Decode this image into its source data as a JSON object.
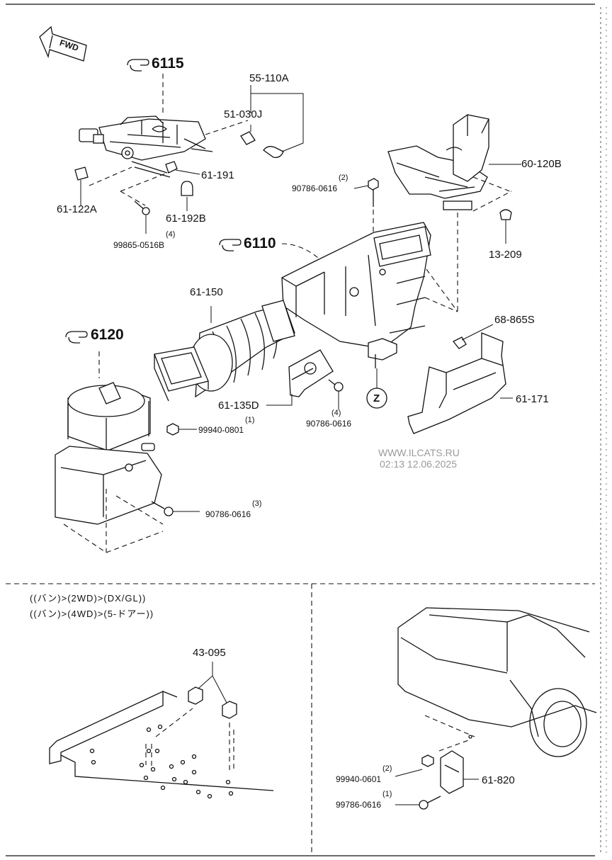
{
  "header": {
    "fwd_label": "FWD"
  },
  "refs": {
    "r6115": "6115",
    "r6110": "6110",
    "r6120": "6120"
  },
  "parts": {
    "p55110A": "55-110A",
    "p51030J": "51-030J",
    "p60120B": "60-120B",
    "p61191": "61-191",
    "p61122A": "61-122A",
    "p61192B": "61-192B",
    "p99865": "99865-0516B",
    "p99865_qty": "(4)",
    "p90786a": "90786-0616",
    "p90786a_qty": "(2)",
    "p13209": "13-209",
    "p61150": "61-150",
    "p68865S": "68-865S",
    "p61135D": "61-135D",
    "p90786b": "90786-0616",
    "p90786b_qty": "(4)",
    "p61171": "61-171",
    "p99940a": "99940-0801",
    "p99940a_qty": "(1)",
    "p90786c": "90786-0616",
    "p90786c_qty": "(3)",
    "p43095": "43-095",
    "p99940b": "99940-0601",
    "p99940b_qty": "(2)",
    "p99786": "99786-0616",
    "p99786_qty": "(1)",
    "p61820": "61-820",
    "z_marker": "Z"
  },
  "notes": {
    "line1": "((バン)>(2WD)>(DX/GL))",
    "line2": "((バン)>(4WD)>(5-ドアー))"
  },
  "watermark": {
    "site": "WWW.ILCATS.RU",
    "timestamp": "02:13 12.06.2025"
  }
}
